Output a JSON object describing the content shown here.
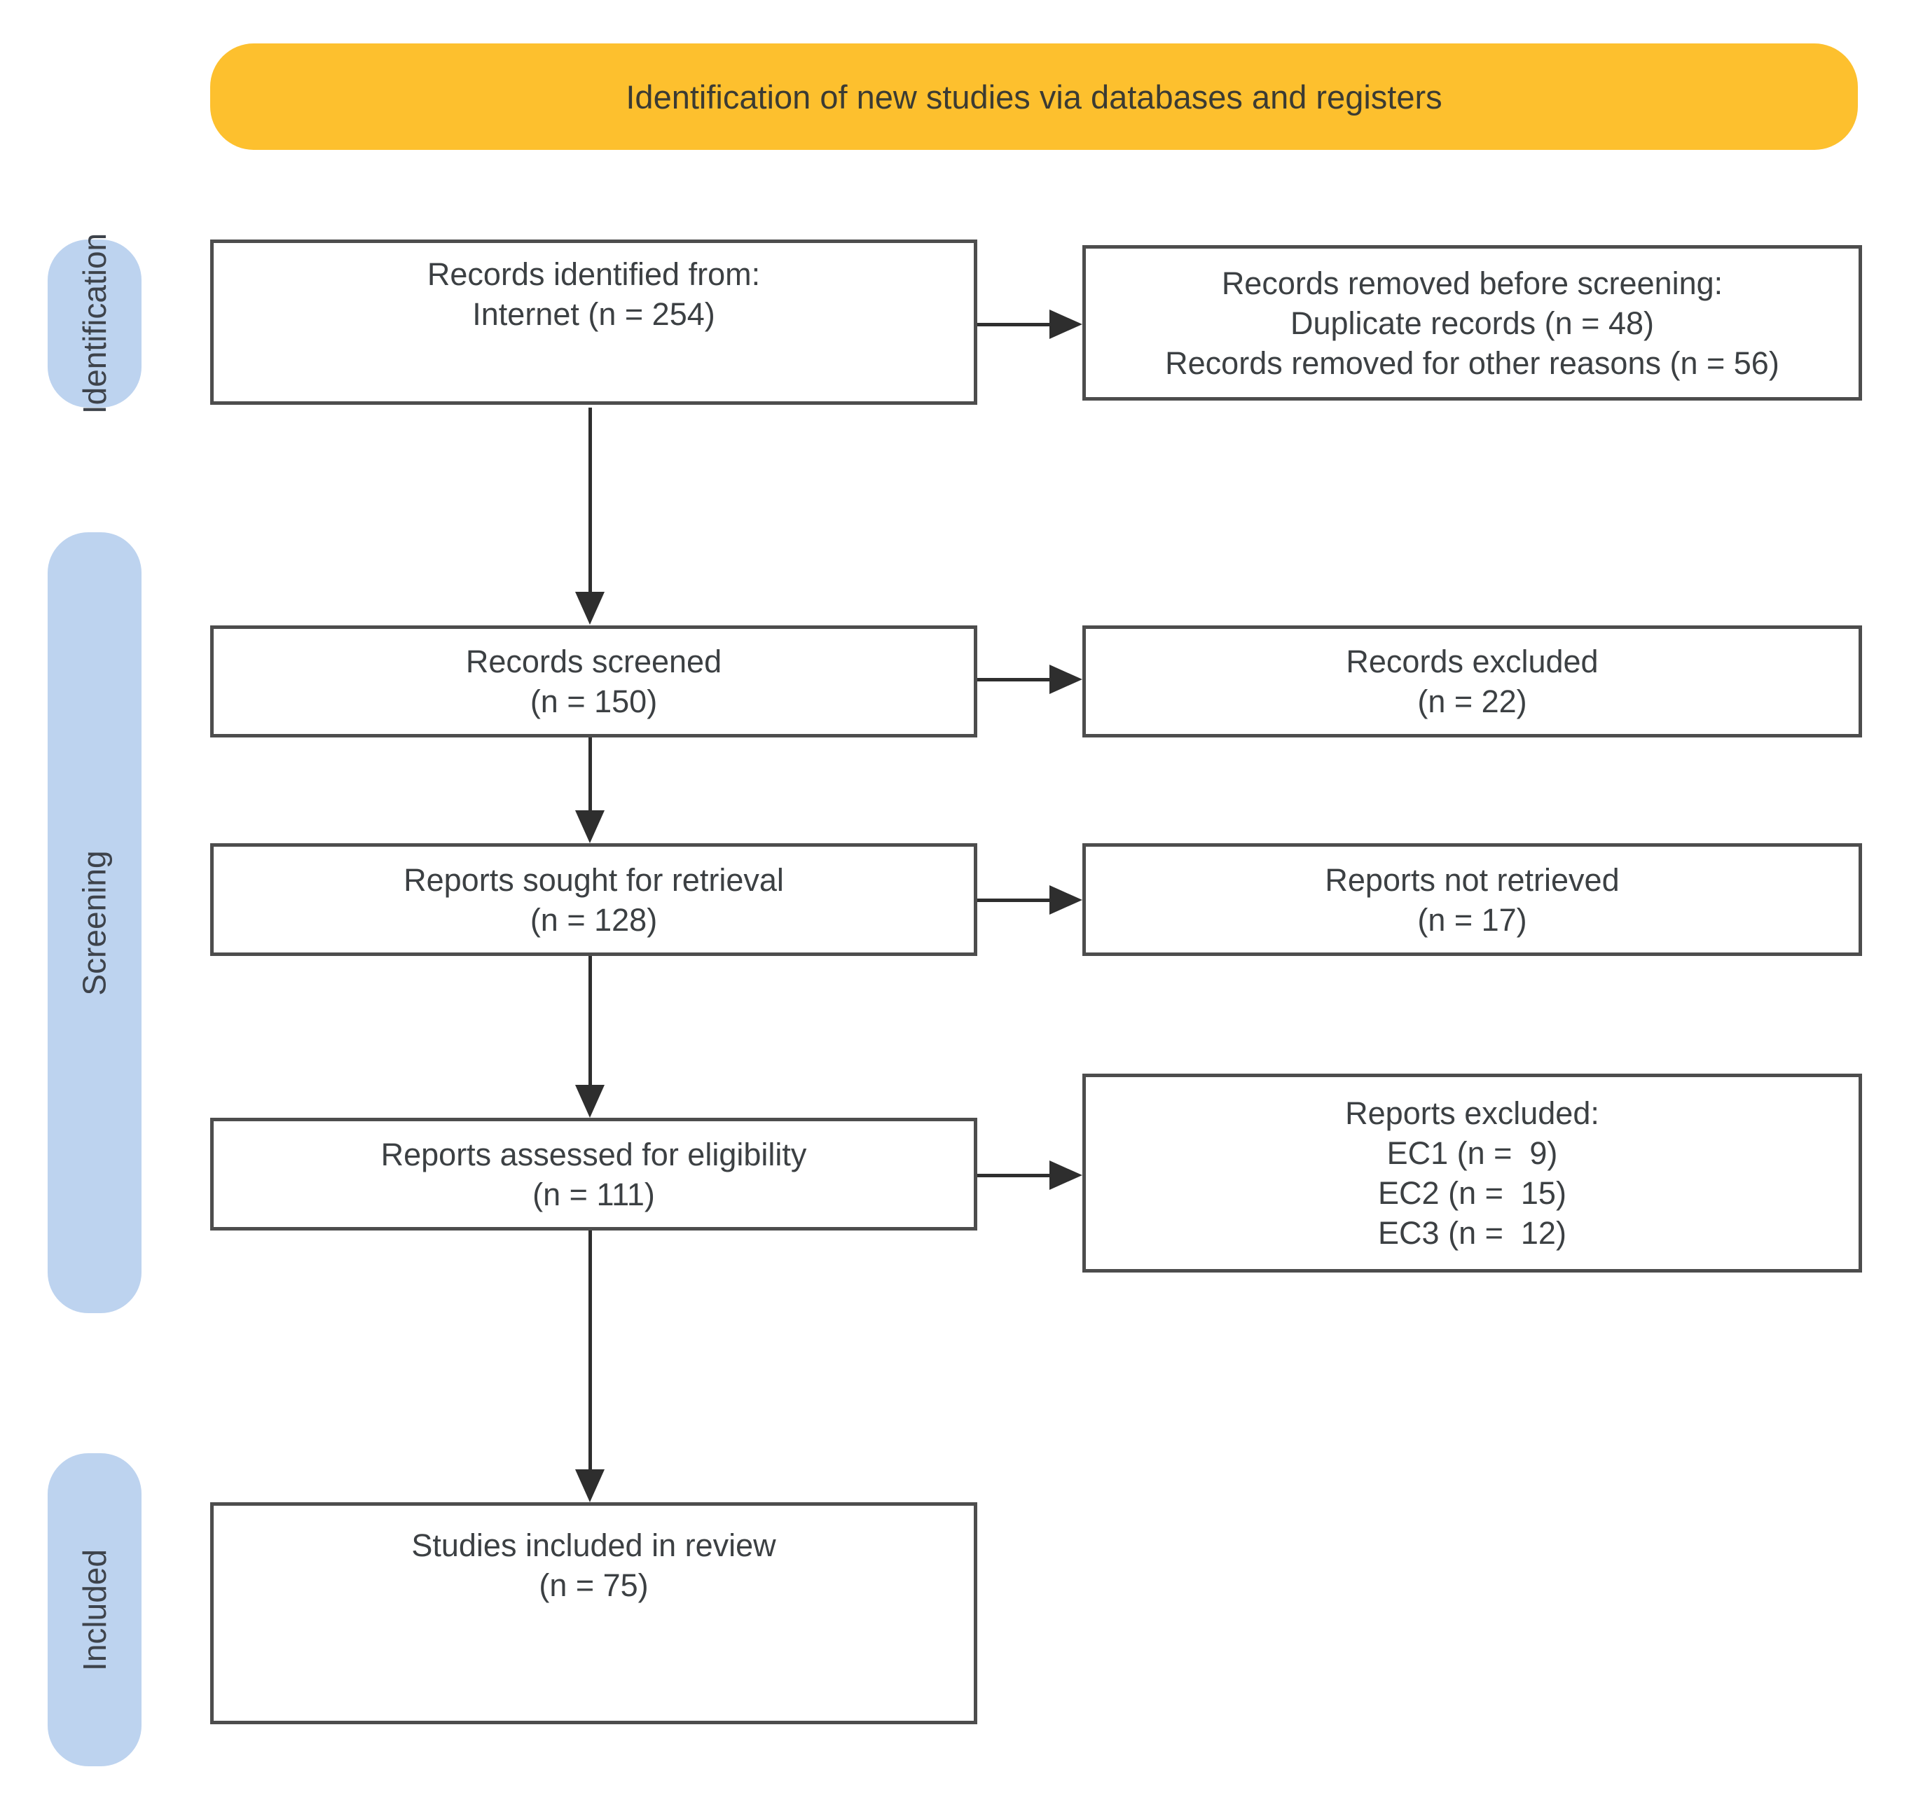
{
  "banner": {
    "label": "Identification of new studies via databases and registers"
  },
  "stages": [
    {
      "label": "Identification"
    },
    {
      "label": "Screening"
    },
    {
      "label": "Included"
    }
  ],
  "boxes": {
    "records_identified": {
      "lines": [
        "Records identified from:",
        "Internet (n = 254)"
      ]
    },
    "records_removed": {
      "lines": [
        "Records removed before screening:",
        "Duplicate records (n = 48)",
        "Records removed for other reasons (n = 56)"
      ]
    },
    "records_screened": {
      "lines": [
        "Records screened",
        "(n = 150)"
      ]
    },
    "records_excluded": {
      "lines": [
        "Records excluded",
        "(n = 22)"
      ]
    },
    "reports_sought": {
      "lines": [
        "Reports sought for retrieval",
        "(n = 128)"
      ]
    },
    "reports_not_retrieved": {
      "lines": [
        "Reports not retrieved",
        "(n = 17)"
      ]
    },
    "reports_assessed": {
      "lines": [
        "Reports assessed for eligibility",
        "(n = 111)"
      ]
    },
    "reports_excluded": {
      "lines": [
        "Reports excluded:",
        "EC1 (n =  9)",
        "EC2 (n =  15)",
        "EC3 (n =  12)"
      ]
    },
    "studies_included": {
      "lines": [
        "Studies included in review",
        "(n = 75)"
      ]
    }
  },
  "colors": {
    "banner_bg": "#FDC02E",
    "stage_bg": "#BDD3EF",
    "box_border": "#4D4D4D",
    "text": "#3C4043",
    "arrow": "#2E2E2E"
  }
}
